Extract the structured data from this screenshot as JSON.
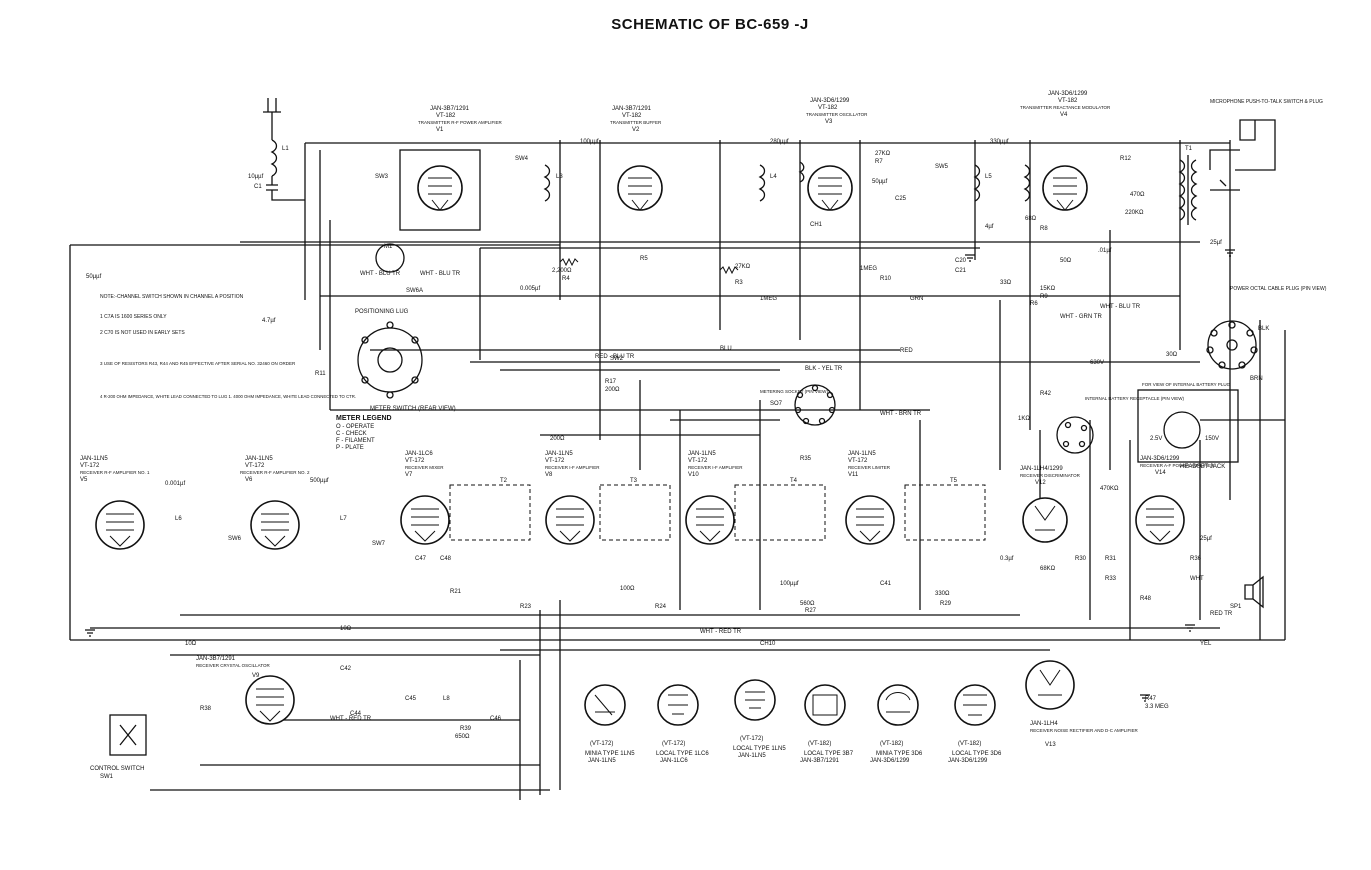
{
  "title": "SCHEMATIC OF  BC-659 -J",
  "tubes": {
    "v1": {
      "type": "JAN-3B7/1291",
      "vt": "VT-182",
      "role": "TRANSMITTER R-F POWER AMPLIFIER",
      "ref": "V1"
    },
    "v2": {
      "type": "JAN-3B7/1291",
      "vt": "VT-182",
      "role": "TRANSMITTER BUFFER",
      "ref": "V2"
    },
    "v3": {
      "type": "JAN-3D6/1299",
      "vt": "VT-182",
      "role": "TRANSMITTER OSCILLATOR",
      "ref": "V3"
    },
    "v4": {
      "type": "JAN-3D6/1299",
      "vt": "VT-182",
      "role": "TRANSMITTER REACTANCE MODULATOR",
      "ref": "V4"
    },
    "v5": {
      "type": "JAN-1LN5",
      "vt": "VT-172",
      "role": "RECEIVER R-F AMPLIFIER NO. 1",
      "ref": "V5"
    },
    "v6": {
      "type": "JAN-1LN5",
      "vt": "VT-172",
      "role": "RECEIVER R-F AMPLIFIER NO. 2",
      "ref": "V6"
    },
    "v7": {
      "type": "JAN-1LC6",
      "vt": "VT-172",
      "role": "RECEIVER MIXER",
      "ref": "V7"
    },
    "v8": {
      "type": "JAN-1LN5",
      "vt": "VT-172",
      "role": "RECEIVER I-F AMPLIFIER",
      "ref": "V8"
    },
    "v9": {
      "type": "JAN-3B7/1291",
      "vt": "",
      "role": "RECEIVER CRYSTAL OSCILLATOR",
      "ref": "V9"
    },
    "v10": {
      "type": "JAN-1LN5",
      "vt": "VT-172",
      "role": "RECEIVER I-F AMPLIFIER",
      "ref": "V10"
    },
    "v11": {
      "type": "JAN-1LN5",
      "vt": "VT-172",
      "role": "RECEIVER LIMITER",
      "ref": "V11"
    },
    "v12": {
      "type": "JAN-1LH4/1299",
      "vt": "",
      "role": "RECEIVER DISCRIMINATOR",
      "ref": "V12"
    },
    "v13": {
      "type": "JAN-1LH4",
      "vt": "",
      "role": "RECEIVER NOISE RECTIFIER AND D-C AMPLIFIER",
      "ref": "V13"
    },
    "v14": {
      "type": "JAN-3D6/1299",
      "vt": "",
      "role": "RECEIVER A-F POWER AMPLIFIER",
      "ref": "V14"
    }
  },
  "connectors": {
    "power": {
      "label": "POWER OCTAL CABLE PLUG (PIN VIEW)"
    },
    "battery": {
      "label": "INTERNAL BATTERY RECEPTACLE (PIN VIEW)"
    },
    "battery_plug": {
      "label": "FOR VIEW OF INTERNAL BATTERY PLUG"
    },
    "meter_sock": {
      "label": "METERING SOCKET (PIN VIEW)",
      "ref": "SO7"
    },
    "positioning": {
      "label": "POSITIONING LUG"
    },
    "meter_switch": {
      "label": "METER SWITCH (REAR VIEW)"
    },
    "meter_legend": {
      "label": "METER LEGEND",
      "items": [
        "O - OPERATE",
        "C - CHECK",
        "F - FILAMENT",
        "P - PLATE"
      ]
    },
    "headset": {
      "label": "HEADSET JACK"
    },
    "control": {
      "label": "CONTROL SWITCH",
      "ref": "SW1"
    },
    "microphone": {
      "label": "MICROPHONE PUSH-TO-TALK SWITCH & PLUG"
    }
  },
  "notes": [
    "NOTE:-CHANNEL SWITCH SHOWN IN CHANNEL A POSITION",
    "1 C7A IS 1600 SERIES ONLY",
    "2 C70 IS NOT USED IN EARLY SETS",
    "3 USE OF RESISTORS R43, R44 AND R45 EFFECTIVE AFTER SERIAL NO. 32460 ON ORDER",
    "4 R-200 OHM IMPEDANCE, WHITE LEAD CONNECTED TO LUG 1. 4000 OHM IMPEDANCE, WHITE LEAD CONNECTED TO CTR."
  ],
  "base_diagrams": [
    {
      "vt": "(VT-172)",
      "label": "MINIA TYPE 1LN5",
      "sub": "JAN-1LN5"
    },
    {
      "vt": "(VT-172)",
      "label": "LOCAL TYPE 1LC6",
      "sub": "JAN-1LC6"
    },
    {
      "vt": "(VT-172)",
      "label": "LOCAL TYPE 1LN5",
      "sub": "JAN-1LN5"
    },
    {
      "vt": "(VT-182)",
      "label": "LOCAL TYPE 3B7",
      "sub": "JAN-3B7/1291"
    },
    {
      "vt": "(VT-182)",
      "label": "MINIA TYPE 3D6",
      "sub": "JAN-3D6/1299"
    },
    {
      "vt": "(VT-182)",
      "label": "LOCAL TYPE 3D6",
      "sub": "JAN-3D6/1299"
    }
  ],
  "wire_colors": {
    "ylo": "YEL",
    "blu": "BLU",
    "red": "RED",
    "red_blu_tr": "RED - BLU TR",
    "wht_blu_tr": "WHT - BLU TR",
    "wht_grn_tr": "WHT - GRN TR",
    "wht_red_tr": "WHT - RED TR",
    "wht_brn_tr": "WHT - BRN TR",
    "blk_yel_tr": "BLK - YEL TR",
    "grn": "GRN",
    "brn": "BRN",
    "red_tr": "RED TR",
    "blk": "BLK",
    "wht": "WHT"
  },
  "components": {
    "L1": "L1",
    "C1": "C1",
    "CH1": "CH1",
    "L3": "L3",
    "L4": "L4",
    "L5": "L5",
    "L6": "L6",
    "L7": "L7",
    "L8": "L8",
    "C20": "C20",
    "C21": "C21",
    "C25": "C25",
    "C41": "C41",
    "C42": "C42",
    "C44": "C44",
    "C45": "C45",
    "C46": "C46",
    "C47": "C47",
    "C48": "C48",
    "R3": "R3",
    "R4": "R4",
    "R5": "R5",
    "R6": "R6",
    "R7": "R7",
    "R8": "R8",
    "R9": "R9",
    "R10": "R10",
    "R11": "R11",
    "R12": "R12",
    "R17": "R17",
    "R21": "R21",
    "R23": "R23",
    "R24": "R24",
    "R27": "R27",
    "R29": "R29",
    "R30": "R30",
    "R31": "R31",
    "R33": "R33",
    "R35": "R35",
    "R36": "R36",
    "R38": "R38",
    "R39": "R39",
    "R42": "R42",
    "R47": "R47",
    "R48": "R48",
    "T1": "T1",
    "T2": "T2",
    "T3": "T3",
    "T4": "T4",
    "T5": "T5",
    "CH10": "CH10",
    "SP1": "SP1",
    "SW1": "SW1",
    "SW2": "SW2",
    "SW3": "SW3",
    "SW4": "SW4",
    "SW5": "SW5",
    "SW6": "SW6",
    "SW6A": "SW6A",
    "SW7": "SW7",
    "M1": "M1"
  },
  "values": {
    "c1": "10µµf",
    "c3": "50µµf",
    "c_2200": "2,200Ω",
    "c_27k": "27KΩ",
    "c_470": "470Ω",
    "c_100": "100µµf",
    "c_280": "280µµf",
    "c_50": "50µµf",
    "c_330": "330µµf",
    "c_01": ".01µf",
    "c_005": "0.005µf",
    "c_25": "25µf",
    "c_4mfd": "4µf",
    "c_03": "0.3µf",
    "r_68": "68Ω",
    "r_15k": "15KΩ",
    "r_220k": "220KΩ",
    "r_1meg": "1MEG",
    "r_470k": "470KΩ",
    "r_33meg": "3.3 MEG",
    "r_200": "200Ω",
    "r_330": "330Ω",
    "r_560": "560Ω",
    "r_1k": "1KΩ",
    "r_100": "100Ω",
    "r_68k": "68KΩ",
    "r_10": "10Ω",
    "r_50": "50Ω",
    "r_30": "30Ω",
    "t_500": "500µµf",
    "t_001": "0.001µf",
    "c_650": "650Ω",
    "b_25": "25µf",
    "v_630": "630V",
    "v_150": "150V",
    "v_2": "2.5V",
    "b_33": "33Ω",
    "c_47": "4.7µf"
  }
}
